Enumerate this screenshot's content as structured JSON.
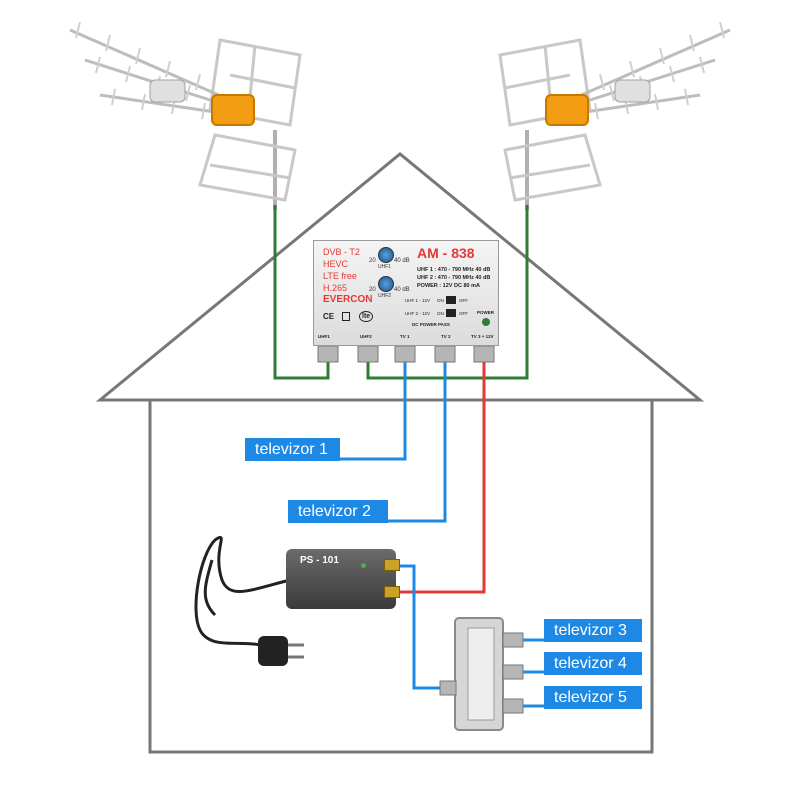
{
  "amplifier": {
    "model": "AM - 838",
    "brand": "EVERCON",
    "features": [
      "DVB - T2",
      "HEVC",
      "LTE free",
      "H.265"
    ],
    "specs": [
      "UHF 1 : 470 - 790 MHz 40 dB",
      "UHF 2 : 470 - 790 MHz 40 dB",
      "POWER : 12V DC 80 mA"
    ],
    "knob1_min": "20",
    "knob1_max": "40 dB",
    "knob1_name": "UHF1",
    "knob2_min": "20",
    "knob2_max": "40 dB",
    "knob2_name": "UHF2",
    "switch1_label": "UHF 1 - 12V",
    "switch1_on": "ON",
    "switch1_off": "OFF",
    "switch2_label": "UHF 2 - 12V",
    "switch2_on": "ON",
    "switch2_off": "OFF",
    "dc_pass": "DC POWER PASS",
    "power_label": "POWER",
    "lte_badge": "lte",
    "ports": [
      "UHF1",
      "UHF2",
      "TV 1",
      "TV 2",
      "TV 3 + 12V"
    ]
  },
  "power_supply": {
    "model": "PS - 101"
  },
  "tv_labels": [
    "televizor 1",
    "televizor 2",
    "televizor 3",
    "televizor 4",
    "televizor 5"
  ],
  "colors": {
    "antenna_cable": "#2e7d32",
    "tv_cable": "#1e88e5",
    "power_cable": "#e53935",
    "label_bg": "#1e88e5",
    "house_outline": "#777777",
    "antenna_frame": "#c8c8c8",
    "antenna_mount": "#f39c12"
  }
}
